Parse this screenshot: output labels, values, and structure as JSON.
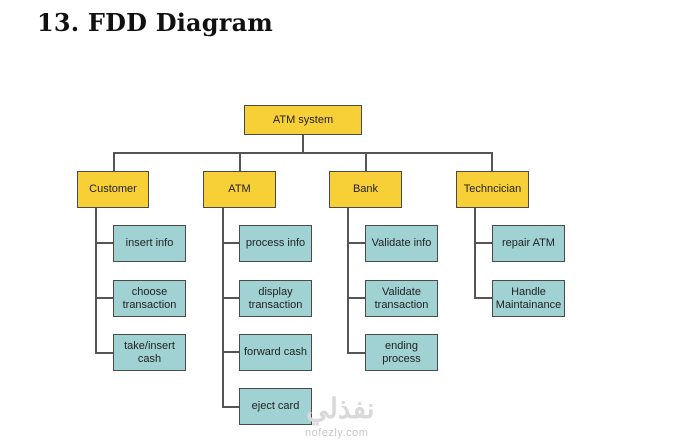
{
  "heading": "13. FDD Diagram",
  "diagram": {
    "root": "ATM system",
    "branches": [
      {
        "label": "Customer",
        "children": [
          "insert info",
          "choose transaction",
          "take/insert cash"
        ]
      },
      {
        "label": "ATM",
        "children": [
          "process info",
          "display transaction",
          "forward cash",
          "eject card"
        ]
      },
      {
        "label": "Bank",
        "children": [
          "Validate info",
          "Validate transaction",
          "ending process"
        ]
      },
      {
        "label": "Techncician",
        "children": [
          "repair ATM",
          "Handle Maintainance"
        ]
      }
    ],
    "colors": {
      "level1": "#f7cf37",
      "level2": "#a0d2d3",
      "border": "#4a4a4a"
    }
  },
  "watermark": {
    "arabic": "نفذلي",
    "site": "nofezly.com"
  }
}
